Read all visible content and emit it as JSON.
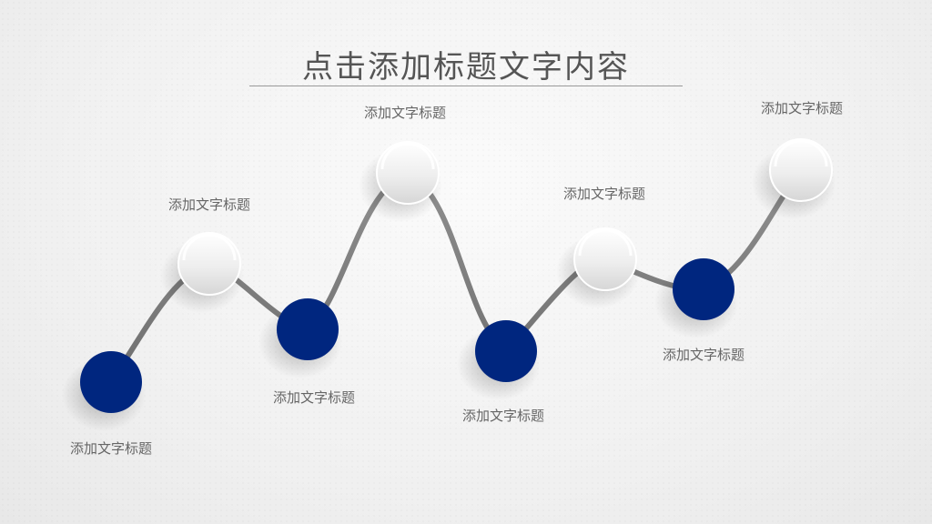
{
  "title": "点击添加标题文字内容",
  "colors": {
    "accent": "#00267f",
    "line": "#7d7d7d",
    "light_node": "#ececec"
  },
  "nodes": [
    {
      "label": "添加文字标题",
      "style": "dark"
    },
    {
      "label": "添加文字标题",
      "style": "light"
    },
    {
      "label": "添加文字标题",
      "style": "dark"
    },
    {
      "label": "添加文字标题",
      "style": "light"
    },
    {
      "label": "添加文字标题",
      "style": "dark"
    },
    {
      "label": "添加文字标题",
      "style": "light"
    },
    {
      "label": "添加文字标题",
      "style": "dark"
    },
    {
      "label": "添加文字标题",
      "style": "light"
    }
  ]
}
